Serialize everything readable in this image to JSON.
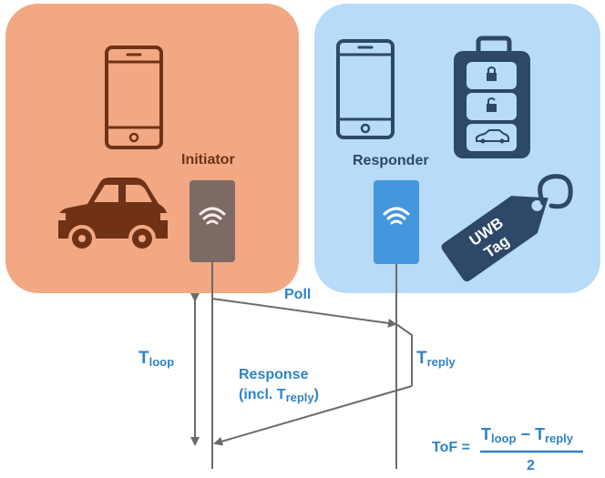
{
  "initiator_label": "Initiator",
  "responder_label": "Responder",
  "tag_text_1": "UWB",
  "tag_text_2": "Tag",
  "poll_label": "Poll",
  "response_label_1": "Response",
  "response_label_2_prefix": "(incl. T",
  "response_label_2_sub": "reply",
  "response_label_2_suffix": ")",
  "tloop_main": "T",
  "tloop_sub": "loop",
  "treply_main": "T",
  "treply_sub": "reply",
  "tof_lhs": "ToF =",
  "tof_num_t1": "T",
  "tof_num_sub1": "loop",
  "tof_num_minus": " − ",
  "tof_num_t2": "T",
  "tof_num_sub2": "reply",
  "tof_den": "2",
  "colors": {
    "initiator_panel": "#f2a882",
    "responder_panel": "#b7dbf8",
    "brown": "#6f3217",
    "blue_text": "#2f83c6",
    "navy_icon": "#2d4869",
    "device_blue": "#4597dd",
    "device_gray": "#7d6a64",
    "arrow_gray": "#6b6b6b"
  }
}
